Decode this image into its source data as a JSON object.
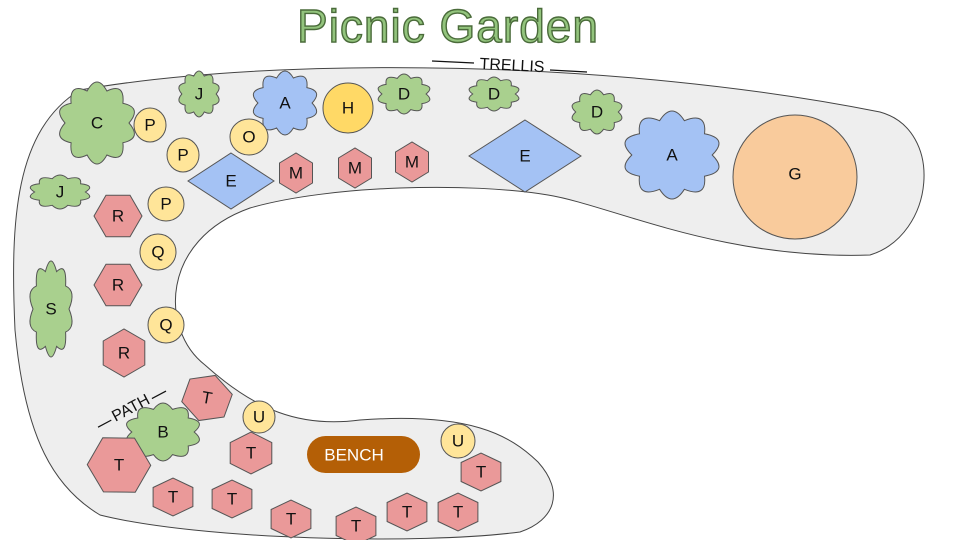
{
  "title": "Picnic Garden",
  "trellis_label": "TRELLIS",
  "path_label": "PATH",
  "bench_label": "BENCH",
  "colors": {
    "bed_fill": "#eeeeee",
    "bed_stroke": "#444444",
    "shrub": "#a9d08e",
    "blue": "#a4c2f4",
    "yellow": "#ffe599",
    "gold": "#ffd966",
    "rose": "#ea9999",
    "peach": "#f9cb9c",
    "bench": "#b45f06"
  },
  "plants": [
    {
      "shape": "cloud",
      "label": "C",
      "color": "shrub"
    },
    {
      "shape": "cloud",
      "label": "J",
      "color": "shrub"
    },
    {
      "shape": "cloud",
      "label": "A",
      "color": "blue"
    },
    {
      "shape": "circle",
      "label": "H",
      "color": "gold"
    },
    {
      "shape": "cloud",
      "label": "D",
      "color": "shrub"
    },
    {
      "shape": "cloud",
      "label": "D",
      "color": "shrub"
    },
    {
      "shape": "cloud",
      "label": "D",
      "color": "shrub"
    },
    {
      "shape": "cloud",
      "label": "A",
      "color": "blue"
    },
    {
      "shape": "circle",
      "label": "G",
      "color": "peach"
    },
    {
      "shape": "circle",
      "label": "P",
      "color": "yellow"
    },
    {
      "shape": "circle",
      "label": "P",
      "color": "yellow"
    },
    {
      "shape": "circle",
      "label": "P",
      "color": "yellow"
    },
    {
      "shape": "circle",
      "label": "O",
      "color": "yellow"
    },
    {
      "shape": "diamond",
      "label": "E",
      "color": "blue"
    },
    {
      "shape": "diamond",
      "label": "E",
      "color": "blue"
    },
    {
      "shape": "hexagon",
      "label": "M",
      "color": "rose"
    },
    {
      "shape": "hexagon",
      "label": "M",
      "color": "rose"
    },
    {
      "shape": "hexagon",
      "label": "M",
      "color": "rose"
    },
    {
      "shape": "cloud",
      "label": "J",
      "color": "shrub"
    },
    {
      "shape": "hexagon",
      "label": "R",
      "color": "rose"
    },
    {
      "shape": "hexagon",
      "label": "R",
      "color": "rose"
    },
    {
      "shape": "hexagon",
      "label": "R",
      "color": "rose"
    },
    {
      "shape": "circle",
      "label": "Q",
      "color": "yellow"
    },
    {
      "shape": "circle",
      "label": "Q",
      "color": "yellow"
    },
    {
      "shape": "cloud",
      "label": "S",
      "color": "shrub"
    },
    {
      "shape": "cloud",
      "label": "B",
      "color": "shrub"
    },
    {
      "shape": "circle",
      "label": "U",
      "color": "yellow"
    },
    {
      "shape": "circle",
      "label": "U",
      "color": "yellow"
    },
    {
      "shape": "hexagon",
      "label": "T",
      "color": "rose"
    },
    {
      "shape": "hexagon",
      "label": "T",
      "color": "rose"
    },
    {
      "shape": "hexagon",
      "label": "T",
      "color": "rose"
    },
    {
      "shape": "hexagon",
      "label": "T",
      "color": "rose"
    },
    {
      "shape": "hexagon",
      "label": "T",
      "color": "rose"
    },
    {
      "shape": "hexagon",
      "label": "T",
      "color": "rose"
    },
    {
      "shape": "hexagon",
      "label": "T",
      "color": "rose"
    },
    {
      "shape": "hexagon",
      "label": "T",
      "color": "rose"
    },
    {
      "shape": "hexagon",
      "label": "T",
      "color": "rose"
    },
    {
      "shape": "hexagon",
      "label": "T",
      "color": "rose"
    }
  ]
}
